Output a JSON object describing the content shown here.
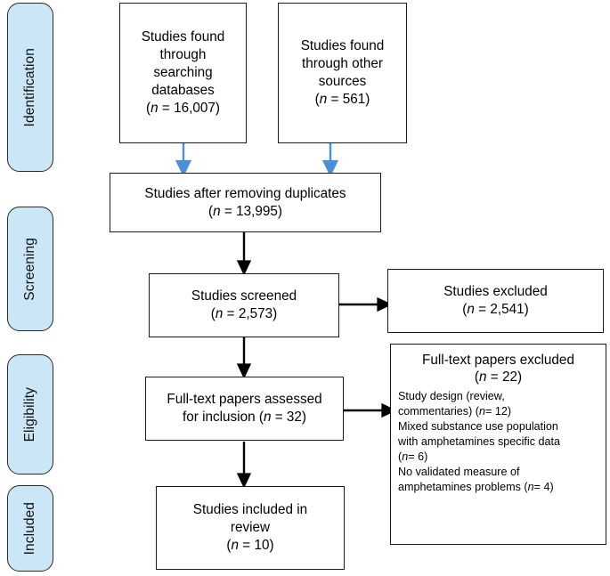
{
  "diagram": {
    "title": "PRISMA study selection flow diagram",
    "colors": {
      "stage_fill": "#cbe6f7",
      "stage_border": "#2b2b2b",
      "box_border": "#1a1a1a",
      "blue_arrow": "#4a90d9",
      "black_arrow": "#000000",
      "background": "#ffffff"
    }
  },
  "stages": [
    {
      "id": "identification",
      "label": "Identification"
    },
    {
      "id": "screening",
      "label": "Screening"
    },
    {
      "id": "eligibility",
      "label": "Eligibility"
    },
    {
      "id": "included",
      "label": "Included"
    }
  ],
  "boxes": {
    "databases": {
      "text": "Studies found\nthrough\nsearching\ndatabases\n(n = 16,007)",
      "label": "Studies found through searching databases",
      "n": "16,007"
    },
    "other_sources": {
      "text": "Studies found\nthrough other\nsources\n(n = 561)",
      "label": "Studies found through other sources",
      "n": "561"
    },
    "duplicates_removed": {
      "text": "Studies after removing duplicates\n(n = 13,995)",
      "label": "Studies after removing duplicates",
      "n": "13,995"
    },
    "screened": {
      "text": "Studies screened\n(n = 2,573)",
      "label": "Studies screened",
      "n": "2,573"
    },
    "excluded": {
      "text": "Studies excluded\n(n = 2,541)",
      "label": "Studies excluded",
      "n": "2,541"
    },
    "fulltext_assessed": {
      "text": "Full-text papers assessed\nfor inclusion (n = 32)",
      "label": "Full-text papers assessed for inclusion",
      "n": "32"
    },
    "fulltext_excluded": {
      "title": "Full-text papers excluded\n(n = 22)",
      "body": "Study design (review,\ncommentaries) (n= 12)\nMixed substance use population\nwith amphetamines specific data\n(n= 6)\nNo validated measure of\namphetamines problems (n= 4)",
      "label": "Full-text papers excluded",
      "n": "22",
      "reasons": [
        {
          "reason": "Study design (review, commentaries)",
          "n": "12"
        },
        {
          "reason": "Mixed substance use population with amphetamines specific data",
          "n": "6"
        },
        {
          "reason": "No validated measure of amphetamines problems",
          "n": "4"
        }
      ]
    },
    "included_review": {
      "text": "Studies included in\nreview\n(n = 10)",
      "label": "Studies included in review",
      "n": "10"
    }
  },
  "connectors": [
    {
      "id": "databases-to-duplicates",
      "from": "databases",
      "to": "duplicates_removed",
      "color": "blue",
      "direction": "down"
    },
    {
      "id": "other-sources-to-duplicates",
      "from": "other_sources",
      "to": "duplicates_removed",
      "color": "blue",
      "direction": "down"
    },
    {
      "id": "duplicates-to-screened",
      "from": "duplicates_removed",
      "to": "screened",
      "color": "black",
      "direction": "down"
    },
    {
      "id": "screened-to-excluded",
      "from": "screened",
      "to": "excluded",
      "color": "black",
      "direction": "right"
    },
    {
      "id": "screened-to-fulltext",
      "from": "screened",
      "to": "fulltext_assessed",
      "color": "black",
      "direction": "down"
    },
    {
      "id": "fulltext-to-fulltext-excluded",
      "from": "fulltext_assessed",
      "to": "fulltext_excluded",
      "color": "black",
      "direction": "right"
    },
    {
      "id": "fulltext-to-included",
      "from": "fulltext_assessed",
      "to": "included_review",
      "color": "black",
      "direction": "down"
    }
  ]
}
